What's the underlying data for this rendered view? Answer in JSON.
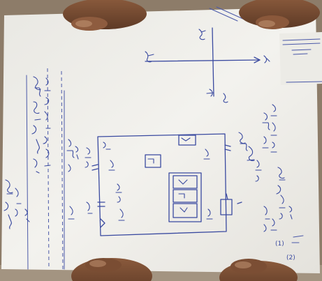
{
  "photo": {
    "subject": "hand-drawn-sketch",
    "paper_color": "#f2f1ec",
    "ink_color": "#3a4aa0",
    "lower_right_marks": [
      "(1)",
      "(2)"
    ]
  }
}
